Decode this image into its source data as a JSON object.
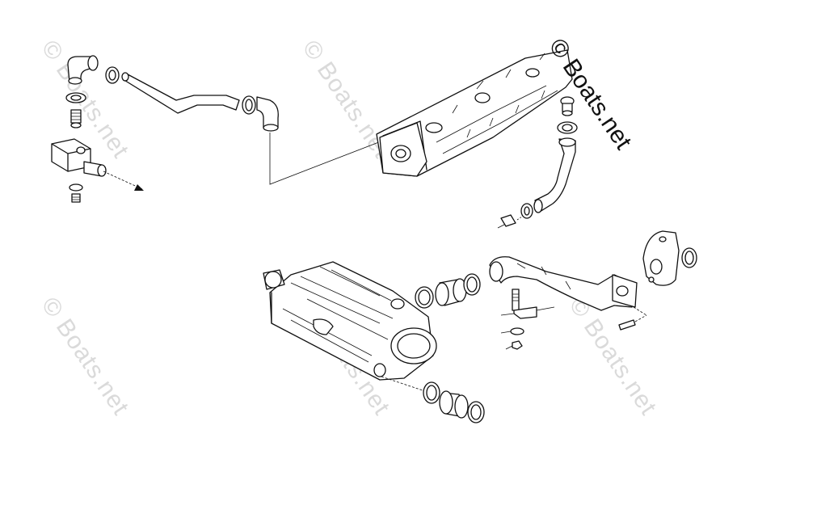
{
  "copyright": {
    "text": "© Boats.net"
  },
  "watermarks": [
    {
      "text": "© Boats.net"
    },
    {
      "text": "© Boats.net"
    },
    {
      "text": "© Boats.net"
    },
    {
      "text": "© Boats.net"
    },
    {
      "text": "© Boats.net"
    }
  ]
}
